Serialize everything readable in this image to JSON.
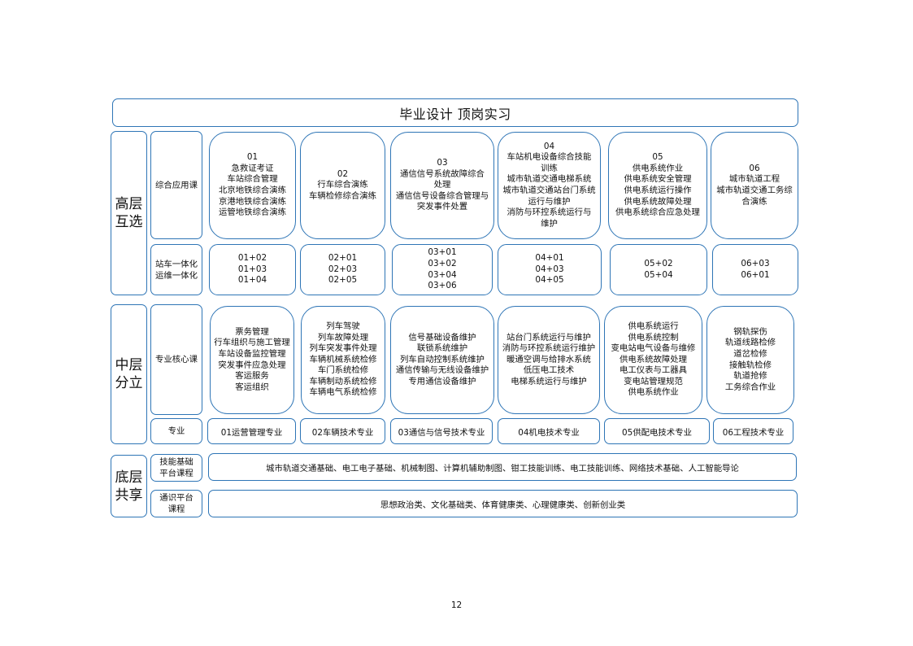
{
  "top_title": "毕业设计 顶岗实习",
  "tiers": {
    "high": "高层\n互选",
    "mid": "中层\n分立",
    "low": "底层\n共享"
  },
  "row_labels": {
    "comprehensive": "综合应用课",
    "integration": "站车一体化\n运维一体化",
    "core": "专业核心课",
    "major": "专业",
    "skills": "技能基础\n平台课程",
    "general": "通识平台\n课程"
  },
  "comprehensive": [
    "01\n急救证考证\n车站综合管理\n北京地铁综合演练\n京港地铁综合演练\n运管地铁综合演练",
    "02\n行车综合演练\n车辆检修综合演练",
    "03\n通信信号系统故障综合\n处理\n通信信号设备综合管理与\n突发事件处置",
    "04\n车站机电设备综合技能\n训练\n城市轨道交通电梯系统\n城市轨道交通站台门系统\n运行与维护\n消防与环控系统运行与\n维护",
    "05\n供电系统作业\n供电系统安全管理\n供电系统运行操作\n供电系统故障处理\n供电系统综合应急处理",
    "06\n城市轨道工程\n城市轨道交通工务综\n合演练"
  ],
  "integration": [
    "01+02\n01+03\n01+04",
    "02+01\n02+03\n02+05",
    "03+01\n03+02\n03+04\n03+06",
    "04+01\n04+03\n04+05",
    "05+02\n05+04",
    "06+03\n06+01"
  ],
  "core": [
    "票务管理\n行车组织与施工管理\n车站设备监控管理\n突发事件应急处理\n客运服务\n客运组织",
    "列车驾驶\n列车故障处理\n列车突发事件处理\n车辆机械系统检修\n车门系统检修\n车辆制动系统检修\n车辆电气系统检修",
    "信号基础设备维护\n联锁系统维护\n列车自动控制系统维护\n通信传输与无线设备维护\n专用通信设备维护",
    "站台门系统运行与维护\n消防与环控系统运行维护\n暖通空调与给排水系统\n低压电工技术\n电梯系统运行与维护",
    "供电系统运行\n供电系统控制\n变电站电气设备与维修\n供电系统故障处理\n电工仪表与工器具\n变电站管理规范\n供电系统作业",
    "钢轨探伤\n轨道线路检修\n道岔检修\n接触轨检修\n轨道抢修\n工务综合作业"
  ],
  "majors": [
    "01运营管理专业",
    "02车辆技术专业",
    "03通信与信号技术专业",
    "04机电技术专业",
    "05供配电技术专业",
    "06工程技术专业"
  ],
  "skills_content": "城市轨道交通基础、电工电子基础、机械制图、计算机辅助制图、钳工技能训练、电工技能训练、网络技术基础、人工智能导论",
  "general_content": "思想政治类、文化基础类、体育健康类、心理健康类、创新创业类",
  "page_number": "12",
  "colors": {
    "border": "#2E75B6",
    "text": "#111111",
    "background": "#ffffff"
  }
}
